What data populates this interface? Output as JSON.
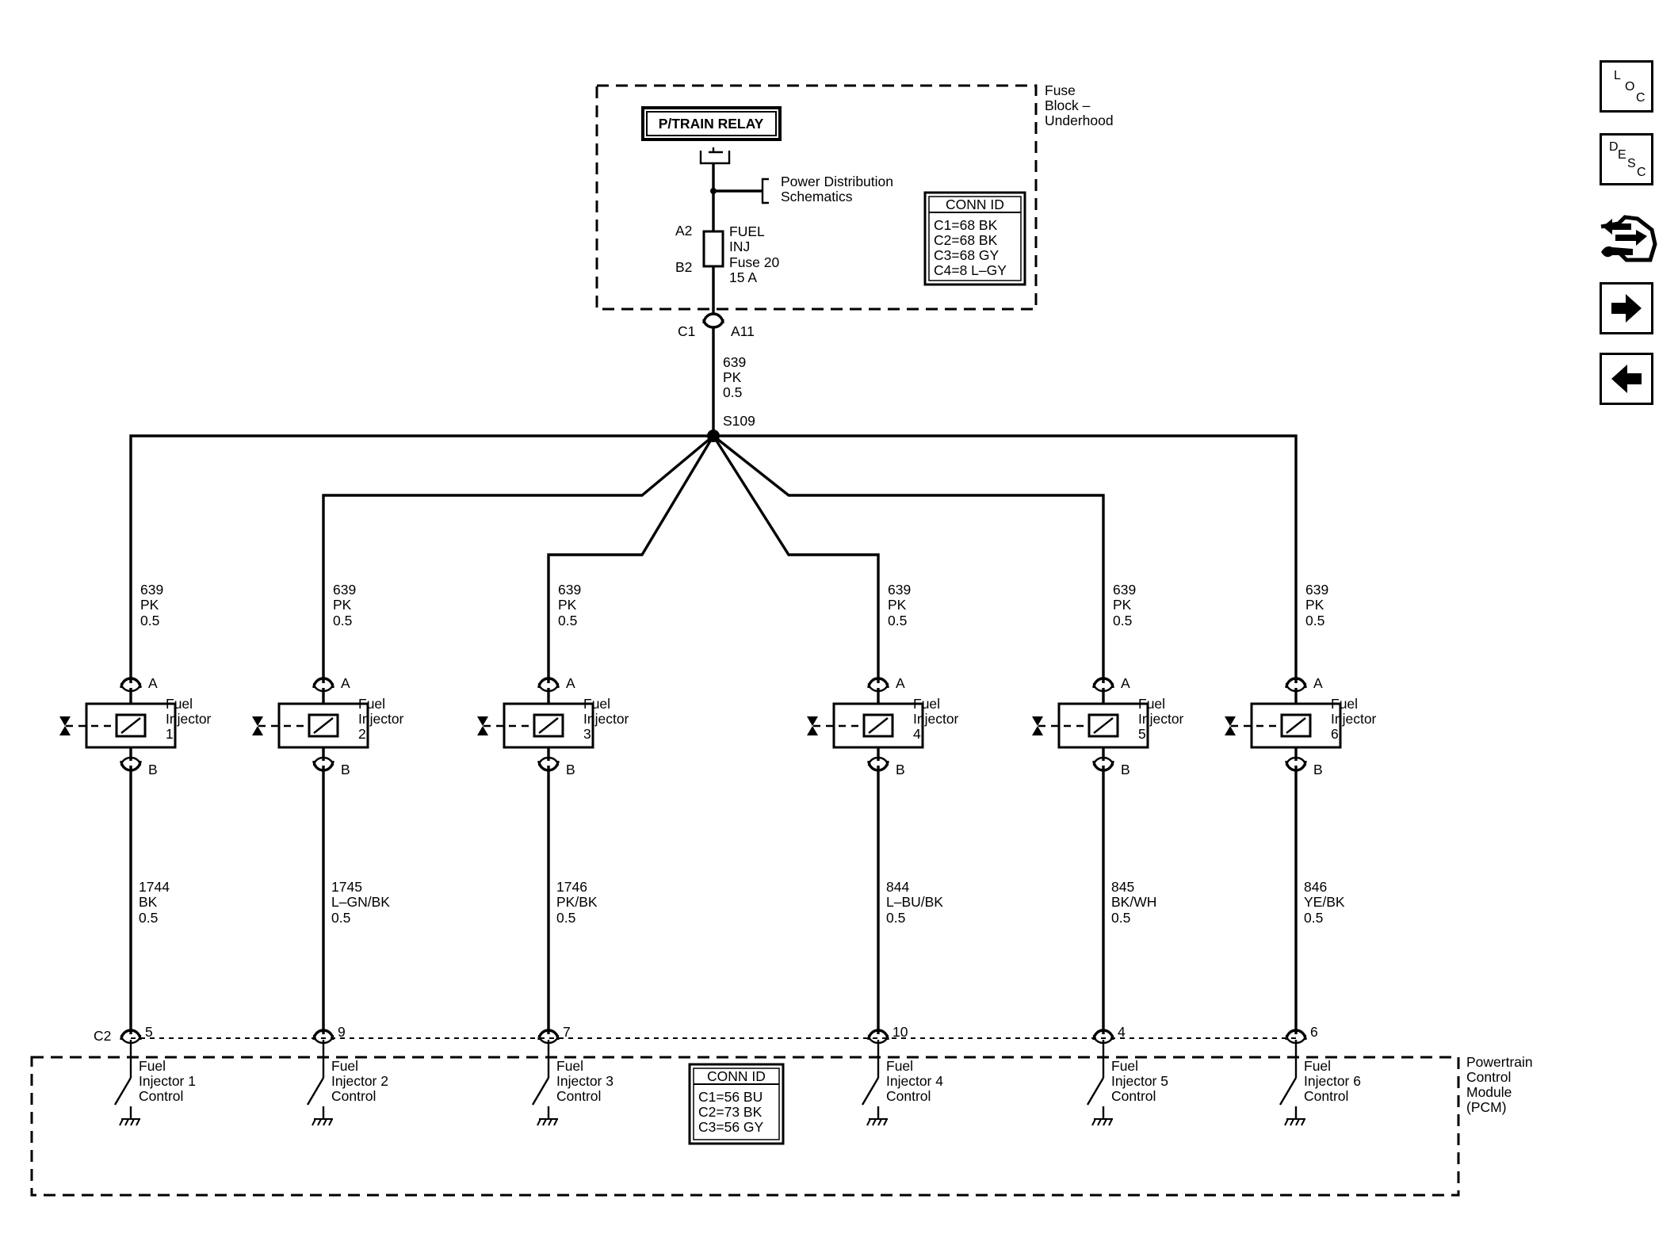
{
  "fuse_block": {
    "title_lines": [
      "Fuse",
      "Block –",
      "Underhood"
    ],
    "relay_label": "P/TRAIN RELAY",
    "power_dist_lines": [
      "Power Distribution",
      "Schematics"
    ],
    "fuse_pin_top": "A2",
    "fuse_pin_bottom": "B2",
    "fuse_lines": [
      "FUEL",
      "INJ",
      "Fuse 20",
      "15 A"
    ],
    "conn_id": {
      "header": "CONN ID",
      "rows": [
        "C1=68 BK",
        "C2=68 BK",
        "C3=68 GY",
        "C4=8 L–GY"
      ]
    },
    "out_connector": "C1",
    "out_pin": "A11"
  },
  "feed_wire": {
    "circuit": "639",
    "color": "PK",
    "gauge": "0.5"
  },
  "splice": "S109",
  "injectors": [
    {
      "feed": {
        "circuit": "639",
        "color": "PK",
        "gauge": "0.5"
      },
      "pin_a": "A",
      "pin_b": "B",
      "name_lines": [
        "Fuel",
        "Injector",
        "1"
      ],
      "ctrl": {
        "circuit": "1744",
        "color": "BK",
        "gauge": "0.5"
      },
      "pcm_pin": "5",
      "pcm_lines": [
        "Fuel",
        "Injector 1",
        "Control"
      ]
    },
    {
      "feed": {
        "circuit": "639",
        "color": "PK",
        "gauge": "0.5"
      },
      "pin_a": "A",
      "pin_b": "B",
      "name_lines": [
        "Fuel",
        "Injector",
        "2"
      ],
      "ctrl": {
        "circuit": "1745",
        "color": "L–GN/BK",
        "gauge": "0.5"
      },
      "pcm_pin": "9",
      "pcm_lines": [
        "Fuel",
        "Injector 2",
        "Control"
      ]
    },
    {
      "feed": {
        "circuit": "639",
        "color": "PK",
        "gauge": "0.5"
      },
      "pin_a": "A",
      "pin_b": "B",
      "name_lines": [
        "Fuel",
        "Injector",
        "3"
      ],
      "ctrl": {
        "circuit": "1746",
        "color": "PK/BK",
        "gauge": "0.5"
      },
      "pcm_pin": "7",
      "pcm_lines": [
        "Fuel",
        "Injector 3",
        "Control"
      ]
    },
    {
      "feed": {
        "circuit": "639",
        "color": "PK",
        "gauge": "0.5"
      },
      "pin_a": "A",
      "pin_b": "B",
      "name_lines": [
        "Fuel",
        "Injector",
        "4"
      ],
      "ctrl": {
        "circuit": "844",
        "color": "L–BU/BK",
        "gauge": "0.5"
      },
      "pcm_pin": "10",
      "pcm_lines": [
        "Fuel",
        "Injector 4",
        "Control"
      ]
    },
    {
      "feed": {
        "circuit": "639",
        "color": "PK",
        "gauge": "0.5"
      },
      "pin_a": "A",
      "pin_b": "B",
      "name_lines": [
        "Fuel",
        "Injector",
        "5"
      ],
      "ctrl": {
        "circuit": "845",
        "color": "BK/WH",
        "gauge": "0.5"
      },
      "pcm_pin": "4",
      "pcm_lines": [
        "Fuel",
        "Injector 5",
        "Control"
      ]
    },
    {
      "feed": {
        "circuit": "639",
        "color": "PK",
        "gauge": "0.5"
      },
      "pin_a": "A",
      "pin_b": "B",
      "name_lines": [
        "Fuel",
        "Injector",
        "6"
      ],
      "ctrl": {
        "circuit": "846",
        "color": "YE/BK",
        "gauge": "0.5"
      },
      "pcm_pin": "6",
      "pcm_lines": [
        "Fuel",
        "Injector 6",
        "Control"
      ]
    }
  ],
  "pcm": {
    "connector": "C2",
    "title_lines": [
      "Powertrain",
      "Control",
      "Module",
      "(PCM)"
    ],
    "conn_id": {
      "header": "CONN ID",
      "rows": [
        "C1=56 BU",
        "C2=73 BK",
        "C3=56 GY"
      ]
    }
  },
  "nav": {
    "loc": [
      "L",
      "O",
      "C"
    ],
    "desc": [
      "D",
      "E",
      "S",
      "C"
    ],
    "icons": [
      "connector-end-view-icon",
      "arrow-right-icon",
      "arrow-left-icon"
    ]
  }
}
